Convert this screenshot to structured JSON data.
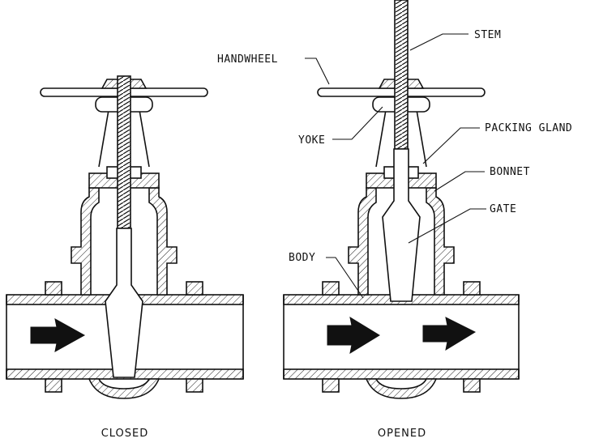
{
  "diagram": {
    "captions": {
      "closed": "CLOSED",
      "opened": "OPENED"
    },
    "labels": {
      "stem": "STEM",
      "handwheel": "HANDWHEEL",
      "yoke": "YOKE",
      "packing_gland": "PACKING GLAND",
      "bonnet": "BONNET",
      "gate": "GATE",
      "body": "BODY"
    }
  }
}
